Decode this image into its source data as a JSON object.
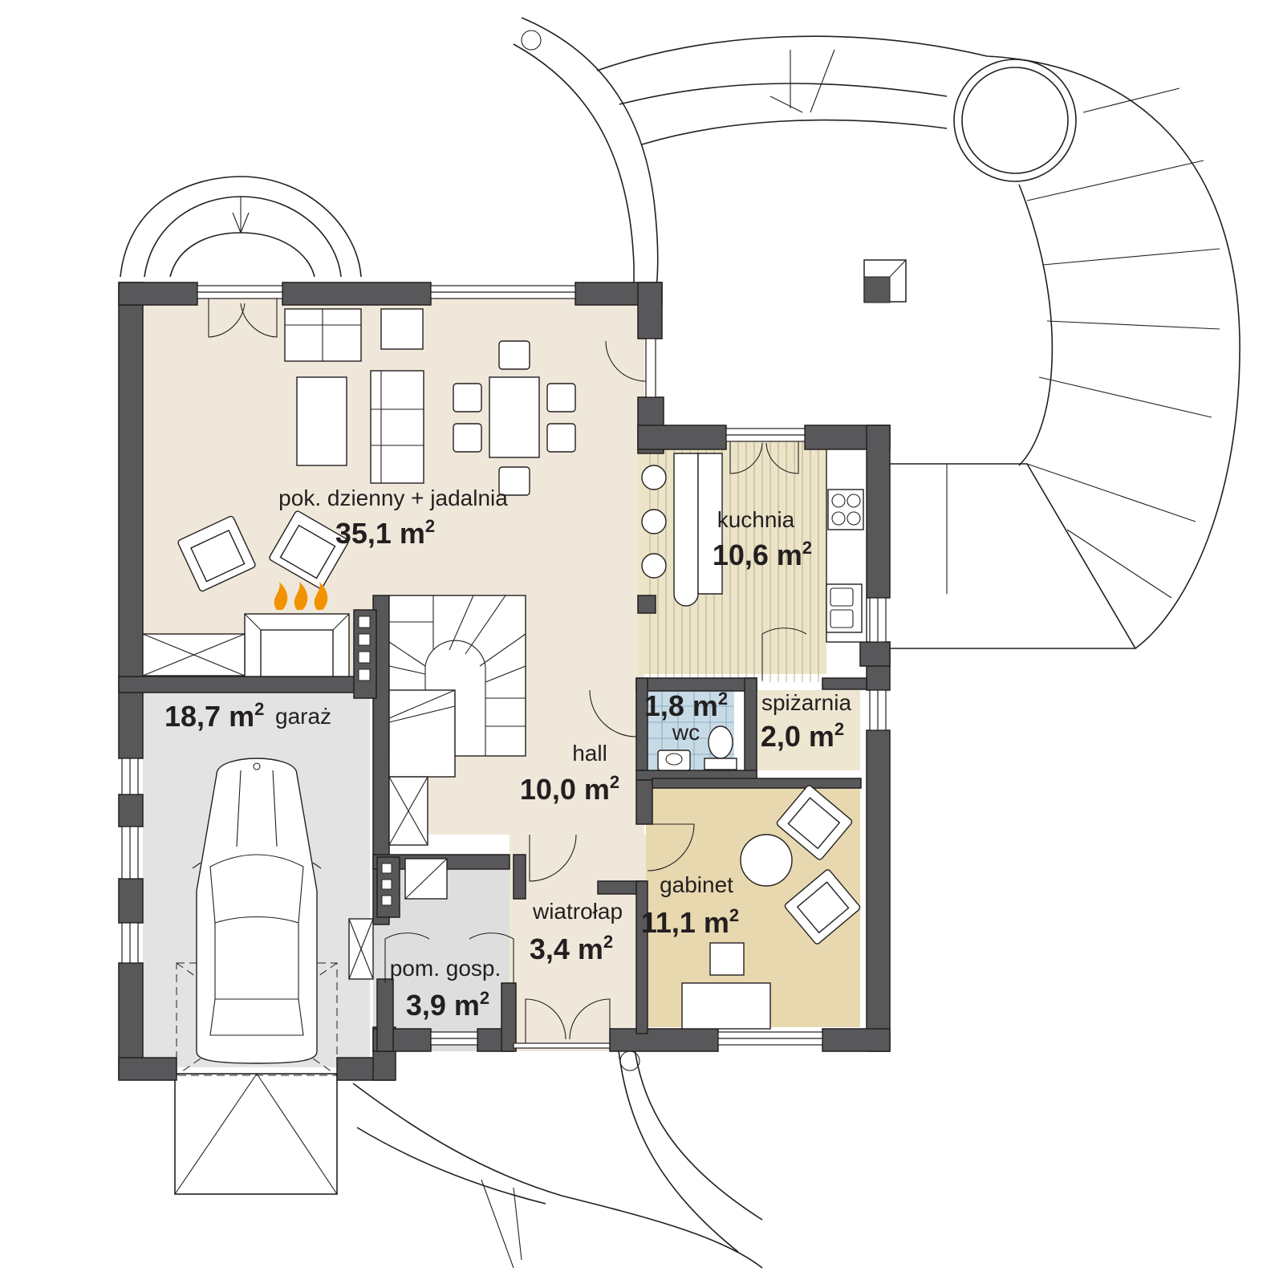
{
  "colors": {
    "wall": "#58585a",
    "living_floor": "#efe8da",
    "garage_floor": "#e3e3e3",
    "utility_floor": "#dedede",
    "wc_tile": "#c7dbe6",
    "study_floor": "#e8d8b0",
    "kitchen_floor": "#ece4c8",
    "fire": "#f39200"
  },
  "rooms": [
    {
      "id": "living",
      "name": "pok. dzienny + jadalnia",
      "area": "35,1 m",
      "sup": "2"
    },
    {
      "id": "kitchen",
      "name": "kuchnia",
      "area": "10,6 m",
      "sup": "2"
    },
    {
      "id": "garage",
      "name": "garaż",
      "area": "18,7 m",
      "sup": "2"
    },
    {
      "id": "wc",
      "name": "wc",
      "area": "1,8 m",
      "sup": "2"
    },
    {
      "id": "pantry",
      "name": "spiżarnia",
      "area": "2,0 m",
      "sup": "2"
    },
    {
      "id": "hall",
      "name": "hall",
      "area": "10,0 m",
      "sup": "2"
    },
    {
      "id": "study",
      "name": "gabinet",
      "area": "11,1 m",
      "sup": "2"
    },
    {
      "id": "vestibule",
      "name": "wiatrołap",
      "area": "3,4 m",
      "sup": "2"
    },
    {
      "id": "utility",
      "name": "pom. gosp.",
      "area": "3,9 m",
      "sup": "2"
    }
  ],
  "icons": [
    "car-icon",
    "fireplace-icon",
    "stairs-icon",
    "sofa-icon",
    "dining-table-icon",
    "armchair-icon",
    "stove-icon",
    "sink-icon",
    "toilet-icon",
    "desk-icon",
    "round-table-icon",
    "chimney-icon",
    "terrace-icon"
  ]
}
